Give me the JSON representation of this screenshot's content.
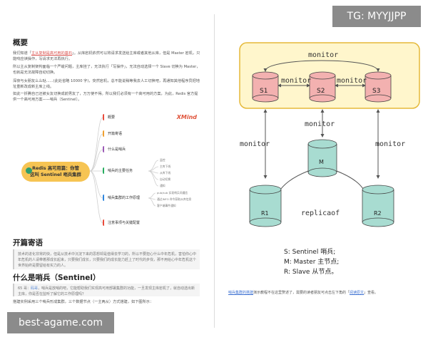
{
  "left": {
    "h_overview": "概要",
    "p1_pre": "我们知道「",
    "p1_link": "主从复制是高可用的基石",
    "p1_post": "」。从库宕机依然可以将请求发送给主库或者其他从库，但是 Master 宕机，只能响应读操作，写请求无法再执行。",
    "p2": "所以主从复制架构面临一个严峻问题，主库挂了，无法执行「写操作」，无法自动选择一个 Slave 切换为 Master，也就是无法故障自动切换。",
    "p3": "深夜与女朋友么么哒......(此处省略 10000 字)，突然宕机，总不能说稍等我去人工切换吧，再通知其他程序员把地址重新改成新主库上线。",
    "p4": "如此一折腾自己还被女友切换成前男友了，万万使不得。所以我们必须有一个高可用的方案，为此，Redis 官方提供一个高可用方案——哨兵（Sentinel）。",
    "mindmap": {
      "brand": "XMind",
      "root_line1": "Redis 高可用篇：你管",
      "root_line2": "这叫 Sentinel 哨兵集群",
      "n1": "概要",
      "n2": "开篇寄语",
      "n3": "什么是哨兵",
      "n4": "哨兵的主要任务",
      "n4a": "监控",
      "n4b": "主库下线",
      "n4c": "从库下线",
      "n4d": "自动切换",
      "n4e": "通知",
      "n5": "哨兵集群的工作原理",
      "n5a": "pub/sub 实现哨兵间通信",
      "n5b": "通过INFO 命令获取从库信息",
      "n5c": "客户端事件通知",
      "n6": "注意事项与关键配置"
    },
    "h_kaipian": "开篇寄语",
    "q1": "技术的进化非常的快，但是从技术中沉淀下来的思想却是值得去学习的，所以不要担心什么中年危机，害怕你心中年危机的人请带着那成长起来，只要我们成长，只要我们的成长能力赶上了时代的步伐，那不用给心中年危机这个世界始终是要留给有实力的人。",
    "h_sentinel": "什么是哨兵（Sentinel）",
    "q2_pre": "65 哥：",
    "q2_link": "码哥",
    "q2_post": "，哨兵是放哨的吧，它能帮助我们实现高可用部署集群的功能，一旦发现主库宕机了，就自动选出新主库，你是否在监听了解它的工作原理吗？",
    "p5": "搭建实例采用三个哨兵形成集群，三个数据节点（一主两从）方式搭建，如下图所示："
  },
  "right": {
    "monitor_top": "monitor",
    "monitor_s1s2": "monitor",
    "monitor_s2s3": "monitor",
    "monitor_mid": "monitor",
    "monitor_left": "monitor",
    "monitor_right": "monitor",
    "replicaof": "replicaof",
    "s1": "S1",
    "s2": "S2",
    "s3": "S3",
    "m": "M",
    "r1": "R1",
    "r2": "R2",
    "legend_s": "S: Sentinel 哨兵;",
    "legend_m": "M: Master 主节点;",
    "legend_r": "R: Slave 从节点。",
    "note_link": "哨兵集群的搭建",
    "note_mid": "演示教程不在这里赘述了，需要的读者朋友可点击左下角的「",
    "note_link2": "阅读原文",
    "note_post": "」查看。",
    "colors": {
      "sentinel_fill": "#f3b1b0",
      "sentinel_group_fill": "#fff6cc",
      "sentinel_group_border": "#e5b93a",
      "data_fill": "#a8dcd1"
    }
  },
  "badges": {
    "tg": "TG: MYYJJPP",
    "site": "best-agame.com"
  }
}
